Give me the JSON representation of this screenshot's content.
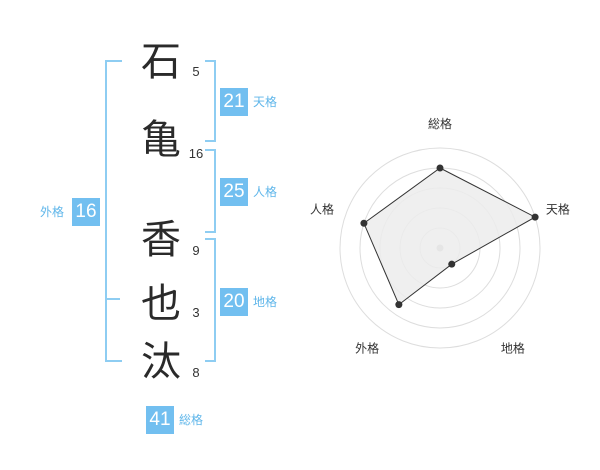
{
  "name": {
    "chars": [
      "石",
      "亀",
      "香",
      "也",
      "汰"
    ],
    "strokes": [
      5,
      16,
      9,
      3,
      8
    ]
  },
  "fortunes": {
    "tenkaku": {
      "value": 21,
      "label": "天格"
    },
    "jinkaku": {
      "value": 25,
      "label": "人格"
    },
    "chikaku": {
      "value": 20,
      "label": "地格"
    },
    "gaikaku": {
      "value": 16,
      "label": "外格"
    },
    "soukaku": {
      "value": 41,
      "label": "総格"
    }
  },
  "chart_data": {
    "type": "radar",
    "axes": [
      "総格",
      "天格",
      "地格",
      "外格",
      "人格"
    ],
    "values": [
      4.0,
      5.0,
      1.0,
      3.5,
      4.0
    ],
    "rmax": 5,
    "rings": 5,
    "colors": {
      "fill": "#ececec",
      "stroke": "#333333",
      "grid": "#dddddd",
      "point": "#333333",
      "center": "#bbbbbb"
    }
  }
}
